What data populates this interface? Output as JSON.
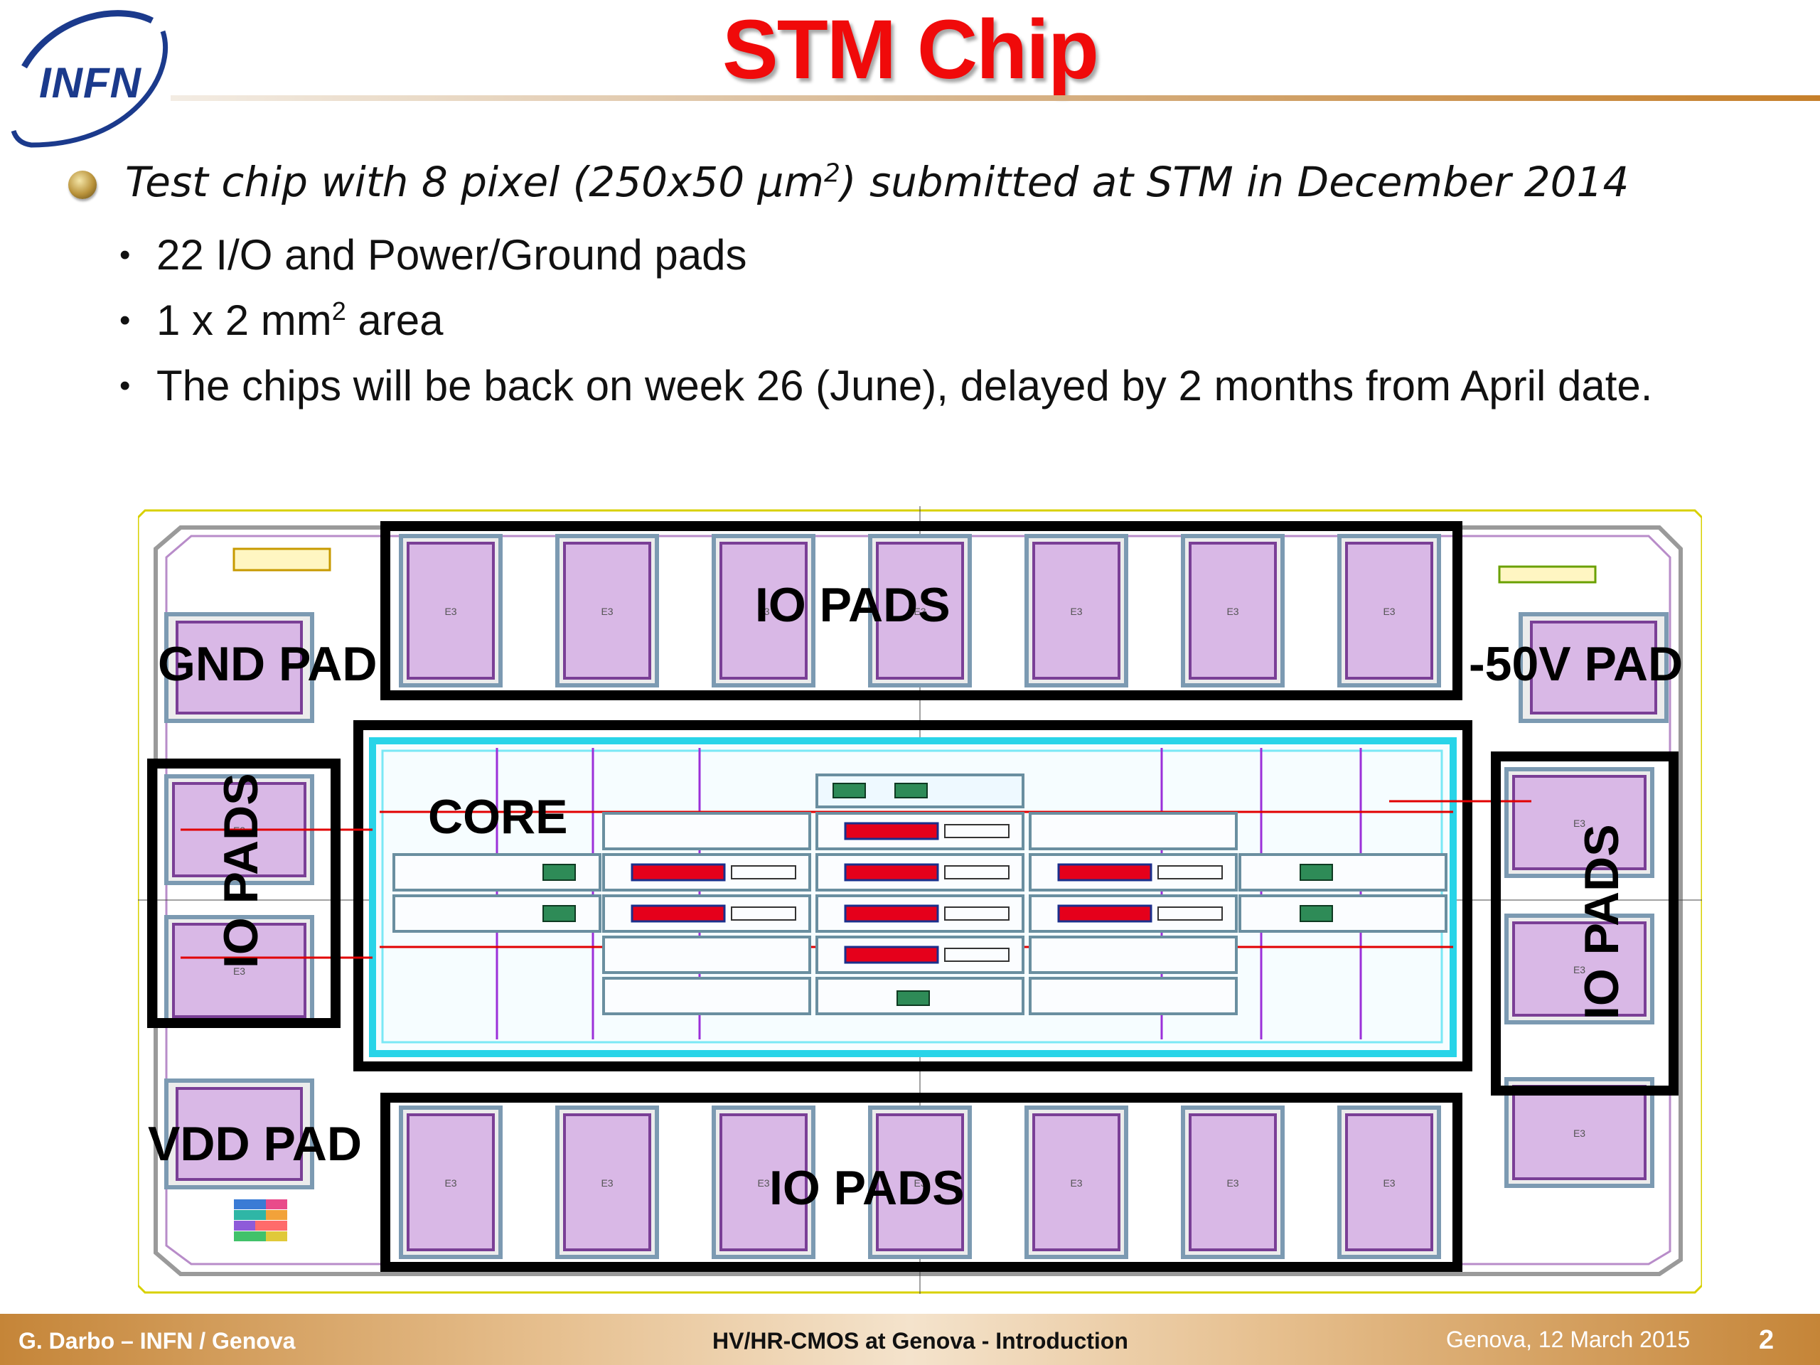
{
  "logo": {
    "text": "INFN"
  },
  "slide": {
    "title": "STM Chip",
    "main_bullet": {
      "before": "Test chip with 8 pixel (250x50 μm",
      "sup": "2",
      "after": ") submitted at STM in December 2014"
    },
    "sub_bullets": [
      {
        "text": "22 I/O and Power/Ground pads"
      },
      {
        "before": "1 x 2 mm",
        "sup": "2",
        "after": " area"
      },
      {
        "text": "The chips will be back on week 26 (June), delayed by 2 months from April date."
      }
    ]
  },
  "chip_labels": {
    "io_pads_top": "IO PADS",
    "gnd_pad": "GND PAD",
    "neg50v_pad": "-50V PAD",
    "core": "CORE",
    "io_pads_left": "IO PADS",
    "io_pads_right": "IO PADS",
    "vdd_pad": "VDD PAD",
    "io_pads_bottom": "IO PADS"
  },
  "pad_text": "E3",
  "colors": {
    "title": "#f00a0a",
    "pad_fill": "#d9b8e6",
    "pad_border": "#7a3f96",
    "core_cyan": "#28d4e8",
    "pixel_red": "#e5001b",
    "frame_black": "#000000",
    "footer_left_text": "#ffffff",
    "footer_right_text": "#ffffff"
  },
  "footer": {
    "left": "G. Darbo – INFN / Genova",
    "center": "HV/HR-CMOS at Genova - Introduction",
    "date": "Genova,  12  March 2015",
    "page": "2"
  }
}
